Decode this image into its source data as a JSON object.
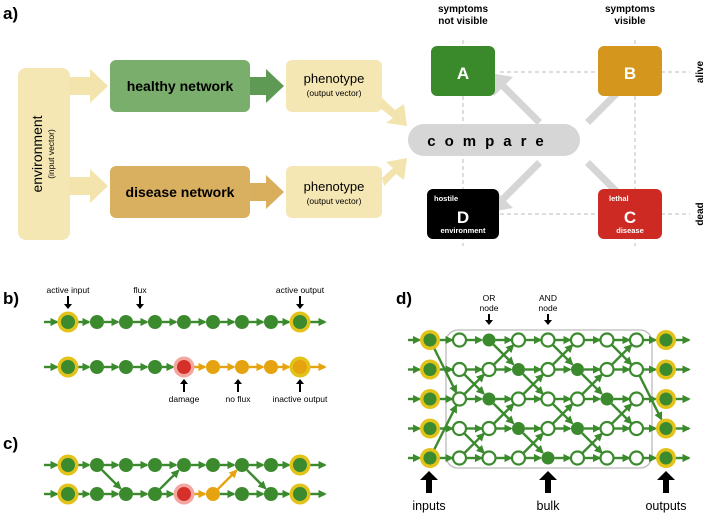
{
  "panel_a": {
    "label": "a)",
    "environment": {
      "title": "environment",
      "subtitle": "(input vector)"
    },
    "healthy_network": "healthy network",
    "disease_network": "disease network",
    "phenotype": {
      "title": "phenotype",
      "subtitle": "(output vector)"
    },
    "compare": "compare",
    "col_not_visible": [
      "symptoms",
      "not visible"
    ],
    "col_visible": [
      "symptoms",
      "visible"
    ],
    "row_alive": "alive",
    "row_dead": "dead",
    "quadrants": {
      "A": {
        "letter": "A",
        "top": "",
        "bottom": "",
        "color": "#3a8a2c"
      },
      "B": {
        "letter": "B",
        "top": "",
        "bottom": "",
        "color": "#d4961d"
      },
      "C": {
        "letter": "C",
        "top": "lethal",
        "bottom": "disease",
        "color": "#cc2a23"
      },
      "D": {
        "letter": "D",
        "top": "hostile",
        "bottom": "environment",
        "color": "#000000"
      }
    },
    "colors": {
      "env": "#f5e7b4",
      "healthy": "#7aae6c",
      "disease": "#d9b060",
      "phenotype": "#f5e7b4",
      "compare": "#d6d6d6"
    }
  },
  "panel_b": {
    "label": "b)",
    "labels": {
      "active_input": "active input",
      "flux": "flux",
      "active_output": "active output",
      "damage": "damage",
      "no_flux": "no flux",
      "inactive_output": "inactive output"
    }
  },
  "panel_c": {
    "label": "c)"
  },
  "panel_d": {
    "label": "d)",
    "labels": {
      "or_node": [
        "OR",
        "node"
      ],
      "and_node": [
        "AND",
        "node"
      ],
      "inputs": "inputs",
      "bulk": "bulk",
      "outputs": "outputs"
    }
  },
  "colors": {
    "green": "#3b8a2e",
    "orange": "#e5a30f",
    "red": "#d6302a",
    "yellow_ring": "#e3c31a"
  }
}
